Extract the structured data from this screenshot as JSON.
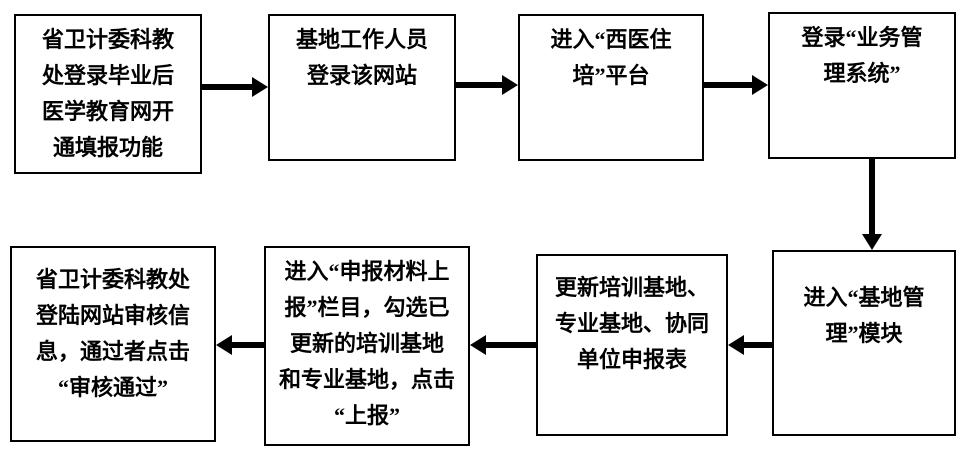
{
  "flowchart": {
    "colors": {
      "page_background": "#ffffff",
      "box_border": "#000000",
      "box_background": "#ffffff",
      "arrow": "#000000",
      "text": "#000000"
    },
    "steps": [
      {
        "id": "step-1",
        "text": "省卫计委科教\n处登录毕业后\n医学教育网开\n通填报功能"
      },
      {
        "id": "step-2",
        "text": "基地工作人员\n登录该网站"
      },
      {
        "id": "step-3",
        "text": "进入“西医住\n培”平台"
      },
      {
        "id": "step-4",
        "text": "登录“业务管\n理系统”"
      },
      {
        "id": "step-5",
        "text": "进入“基地管\n理”模块"
      },
      {
        "id": "step-6",
        "text": "更新培训基地、\n专业基地、协同\n单位申报表"
      },
      {
        "id": "step-7",
        "text": "进入“申报材料上\n报”栏目，勾选已\n更新的培训基地\n和专业基地，点击\n“上报”"
      },
      {
        "id": "step-8",
        "text": "省卫计委科教处\n登陆网站审核信\n息，通过者点击\n“审核通过”"
      }
    ],
    "arrows": [
      {
        "from": "step-1",
        "to": "step-2",
        "direction": "right"
      },
      {
        "from": "step-2",
        "to": "step-3",
        "direction": "right"
      },
      {
        "from": "step-3",
        "to": "step-4",
        "direction": "right"
      },
      {
        "from": "step-4",
        "to": "step-5",
        "direction": "down"
      },
      {
        "from": "step-5",
        "to": "step-6",
        "direction": "left"
      },
      {
        "from": "step-6",
        "to": "step-7",
        "direction": "left"
      },
      {
        "from": "step-7",
        "to": "step-8",
        "direction": "left"
      }
    ]
  }
}
